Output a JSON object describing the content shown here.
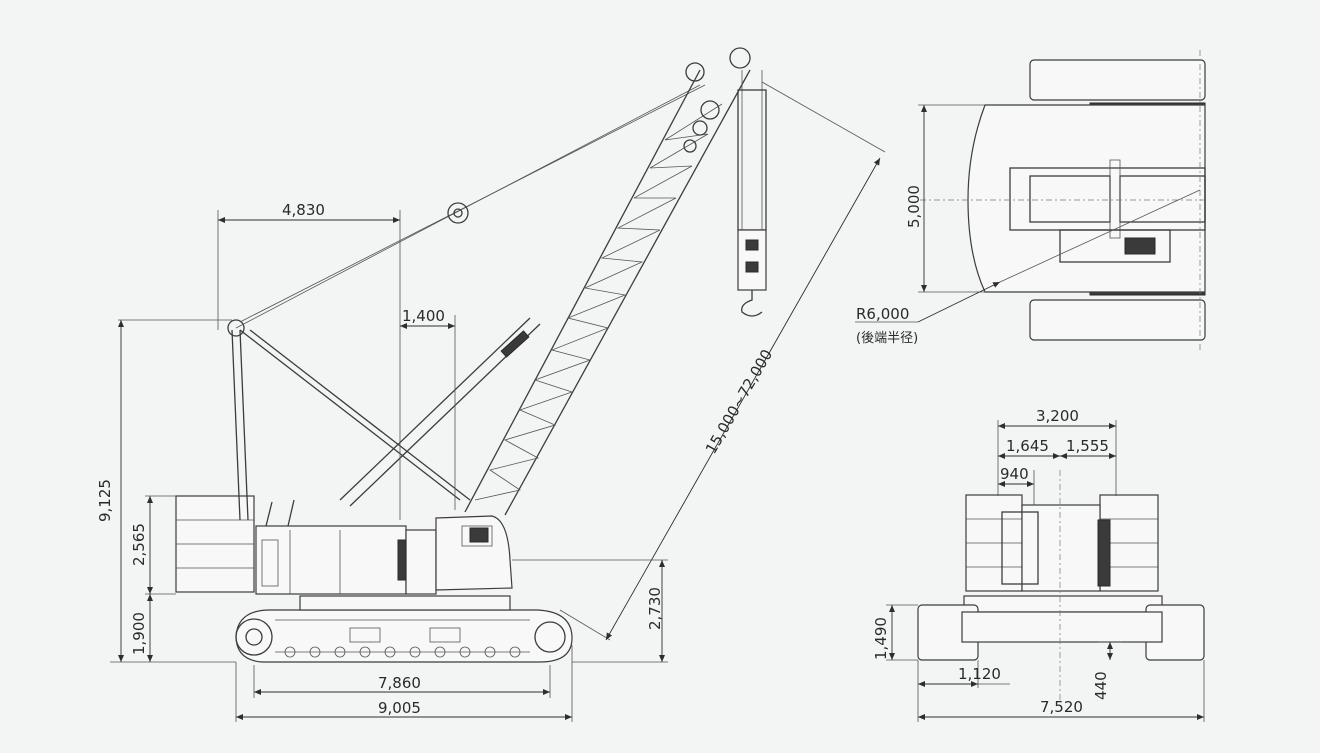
{
  "dimensions": {
    "jib_reach": "4,830",
    "foot_offset": "1,400",
    "boom_length": "15,000~72,000",
    "overall_height": "9,125",
    "counterweight_height": "2,565",
    "base_height": "1,900",
    "boom_foot_height": "2,730",
    "track_center": "7,860",
    "overall_length": "9,005",
    "plan_width": "5,000",
    "tail_radius": "R6,000",
    "tail_radius_note": "(後端半径)",
    "front_width": "3,200",
    "front_left_half": "1,645",
    "front_right_half": "1,555",
    "cab_offset": "940",
    "front_height": "1,490",
    "track_gap": "1,120",
    "ground_clearance": "440",
    "front_overall_width": "7,520"
  }
}
